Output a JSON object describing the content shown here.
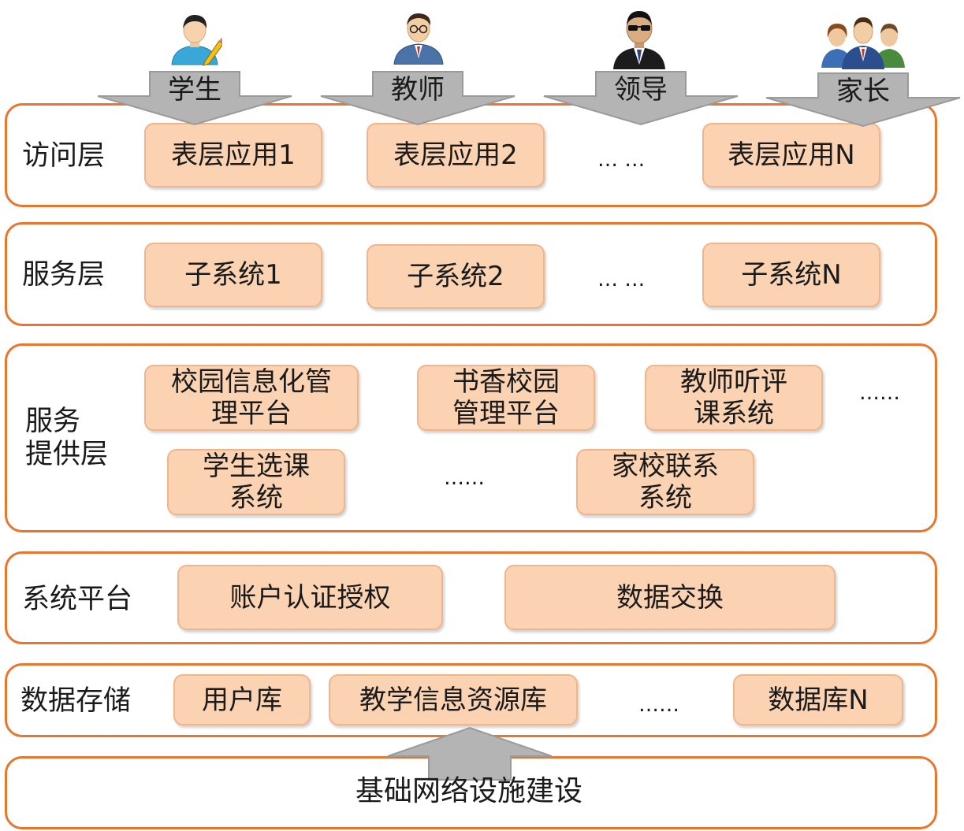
{
  "users": [
    {
      "label": "学生",
      "icon": "student-icon"
    },
    {
      "label": "教师",
      "icon": "teacher-icon"
    },
    {
      "label": "领导",
      "icon": "leader-icon"
    },
    {
      "label": "家长",
      "icon": "parents-icon"
    }
  ],
  "access_layer": {
    "label": "访问层",
    "items": [
      "表层应用1",
      "表层应用2",
      "表层应用N"
    ],
    "ellipsis": "… …"
  },
  "service_layer": {
    "label": "服务层",
    "items": [
      "子系统1",
      "子系统2",
      "子系统N"
    ],
    "ellipsis": "… …"
  },
  "provider_layer": {
    "label": "服务\n提供层",
    "items": [
      "校园信息化管\n理平台",
      "书香校园\n管理平台",
      "教师听评\n课系统",
      "学生选课\n系统",
      "家校联系\n系统"
    ],
    "ellipsis_1": "……",
    "ellipsis_2": "……"
  },
  "platform_layer": {
    "label": "系统平台",
    "items": [
      "账户认证授权",
      "数据交换"
    ]
  },
  "storage_layer": {
    "label": "数据存储",
    "items": [
      "用户库",
      "教学信息资源库",
      "数据库N"
    ],
    "ellipsis": "……"
  },
  "infrastructure": {
    "label": "基础网络设施建设"
  },
  "colors": {
    "layer_border": "#e8762d",
    "box_fill": "#fbd3b3",
    "box_border": "#f0b58c",
    "arrow_fill": "#b4b4b4",
    "arrow_border": "#9a9a9a"
  }
}
